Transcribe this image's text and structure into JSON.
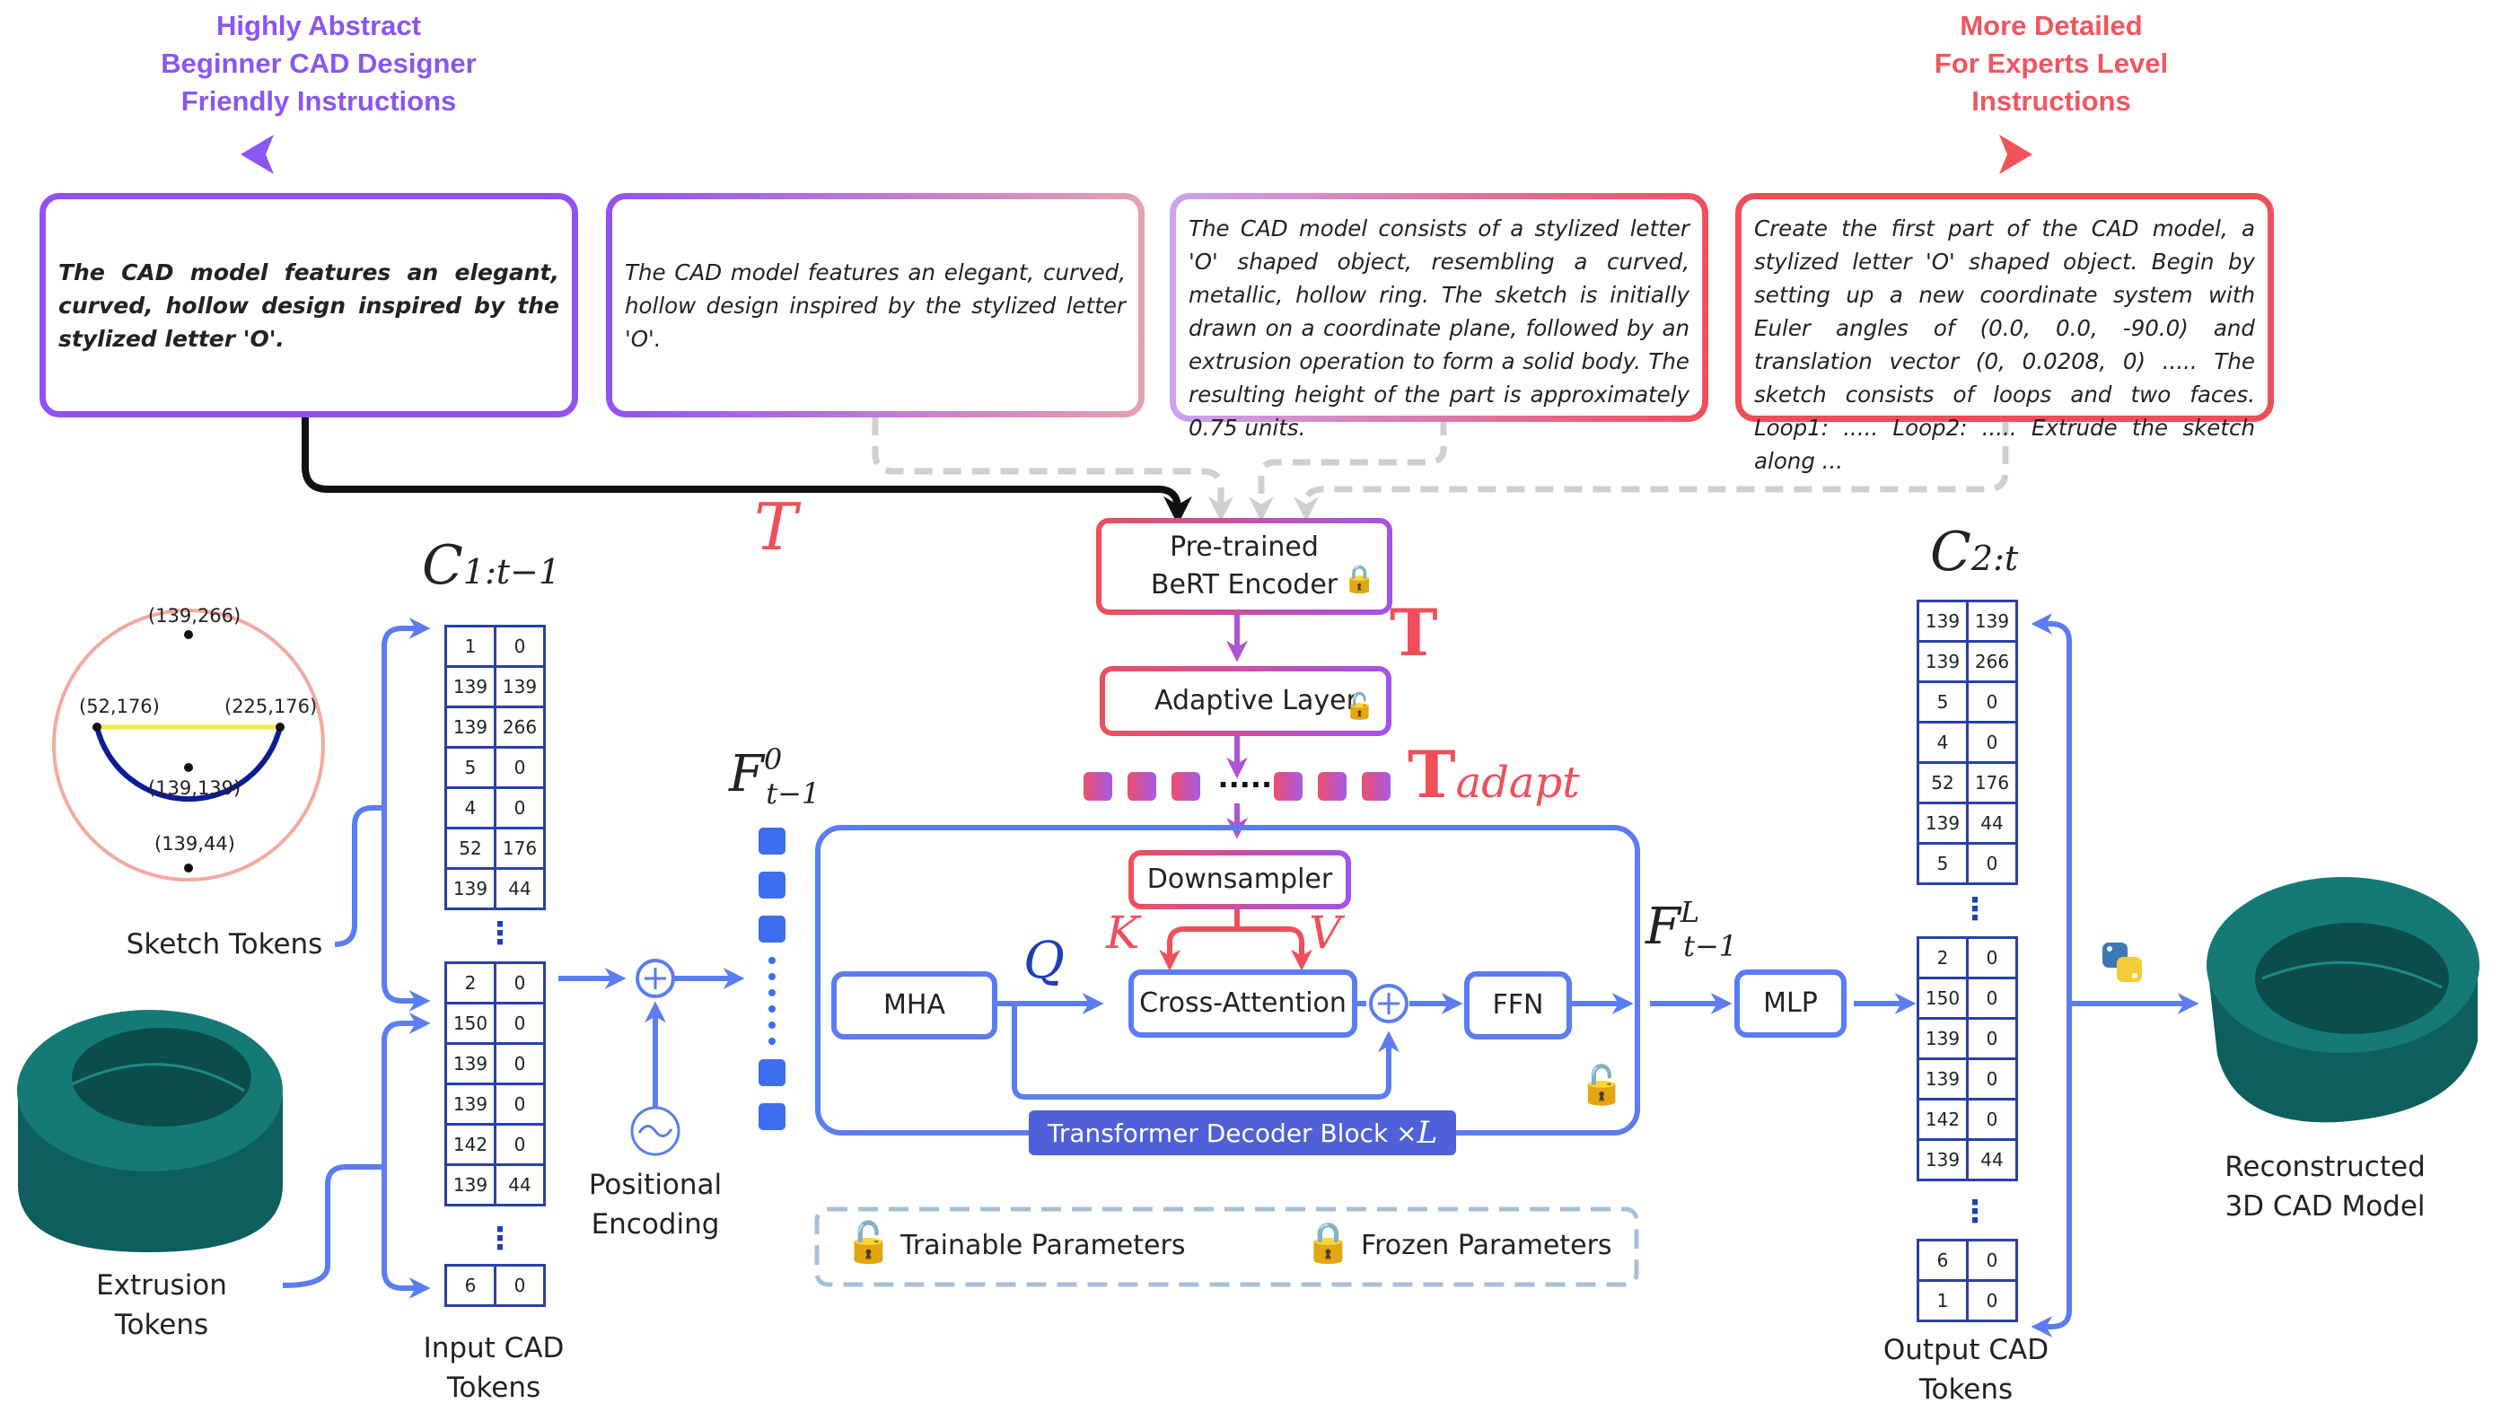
{
  "header": {
    "left_lines": [
      "Highly Abstract",
      "Beginner CAD Designer",
      "Friendly Instructions"
    ],
    "right_lines": [
      "More Detailed",
      "For Experts Level",
      "Instructions"
    ]
  },
  "prompts": {
    "p1": "The CAD model features an elegant, curved, hollow design inspired by the stylized letter 'O'.",
    "p2": "The CAD model features an elegant, curved, hollow design inspired by the stylized letter 'O'.",
    "p3": "The CAD model consists of a stylized letter 'O' shaped object, resembling a curved, metallic, hollow ring. The sketch is initially drawn on a coordinate plane, followed by an extrusion operation to form a solid body. The resulting height of the part is approximately 0.75 units.",
    "p4": "Create the first part of the CAD model, a stylized letter 'O' shaped object. Begin by setting up a new coordinate system with Euler angles of (0.0, 0.0, -90.0) and translation vector (0, 0.0208, 0) ..... The sketch consists of loops and two faces. Loop1: ..... Loop2: ..... Extrude the sketch along ..."
  },
  "symbols": {
    "T": "T",
    "T_bold": "T",
    "T_adapt_base": "T",
    "T_adapt_sub": "adapt",
    "C_in_base": "C",
    "C_in_sub": "1:t−1",
    "C_out_base": "C",
    "C_out_sub": "2:t",
    "F0_base": "F",
    "F0_sup": "0",
    "F0_sub": "t−1",
    "FL_base": "F",
    "FL_sup": "L",
    "FL_sub": "t−1",
    "Q": "Q",
    "K": "K",
    "V": "V",
    "dots": "....."
  },
  "modules": {
    "bert_line1": "Pre-trained",
    "bert_line2": "BeRT Encoder",
    "adaptive": "Adaptive Layer",
    "downsampler": "Downsampler",
    "cross_attention": "Cross-Attention",
    "mha": "MHA",
    "ffn": "FFN",
    "mlp": "MLP",
    "decoder_block": "Transformer Decoder Block",
    "decoder_times": "×",
    "decoder_L": "L"
  },
  "sketch": {
    "top": "(139,266)",
    "left": "(52,176)",
    "right": "(225,176)",
    "center": "(139,139)",
    "bottom": "(139,44)"
  },
  "labels": {
    "sketch_tokens": "Sketch Tokens",
    "extrusion_tokens": "Extrusion Tokens",
    "input_line1": "Input CAD",
    "input_line2": "Tokens",
    "output_line1": "Output CAD",
    "output_line2": "Tokens",
    "pe_line1": "Positional",
    "pe_line2": "Encoding",
    "recon_line1": "Reconstructed",
    "recon_line2": "3D CAD Model",
    "vdots": "⋮"
  },
  "legend": {
    "trainable": "Trainable Parameters",
    "frozen": "Frozen Parameters"
  },
  "input_tokens": {
    "sketch": [
      [
        "1",
        "0"
      ],
      [
        "139",
        "139"
      ],
      [
        "139",
        "266"
      ],
      [
        "5",
        "0"
      ],
      [
        "4",
        "0"
      ],
      [
        "52",
        "176"
      ],
      [
        "139",
        "44"
      ]
    ],
    "extrusion": [
      [
        "2",
        "0"
      ],
      [
        "150",
        "0"
      ],
      [
        "139",
        "0"
      ],
      [
        "139",
        "0"
      ],
      [
        "142",
        "0"
      ],
      [
        "139",
        "44"
      ]
    ],
    "last": [
      [
        "6",
        "0"
      ]
    ]
  },
  "output_tokens": {
    "sketch": [
      [
        "139",
        "139"
      ],
      [
        "139",
        "266"
      ],
      [
        "5",
        "0"
      ],
      [
        "4",
        "0"
      ],
      [
        "52",
        "176"
      ],
      [
        "139",
        "44"
      ],
      [
        "5",
        "0"
      ]
    ],
    "extrusion": [
      [
        "2",
        "0"
      ],
      [
        "150",
        "0"
      ],
      [
        "139",
        "0"
      ],
      [
        "139",
        "0"
      ],
      [
        "142",
        "0"
      ],
      [
        "139",
        "44"
      ]
    ],
    "last": [
      [
        "6",
        "0"
      ],
      [
        "1",
        "0"
      ]
    ]
  },
  "colors": {
    "purple": "#8b55f0",
    "red": "#f2555f",
    "blue": "#5b7cf2",
    "navy": "#2c3fa8",
    "teal": "#0e6b68"
  }
}
